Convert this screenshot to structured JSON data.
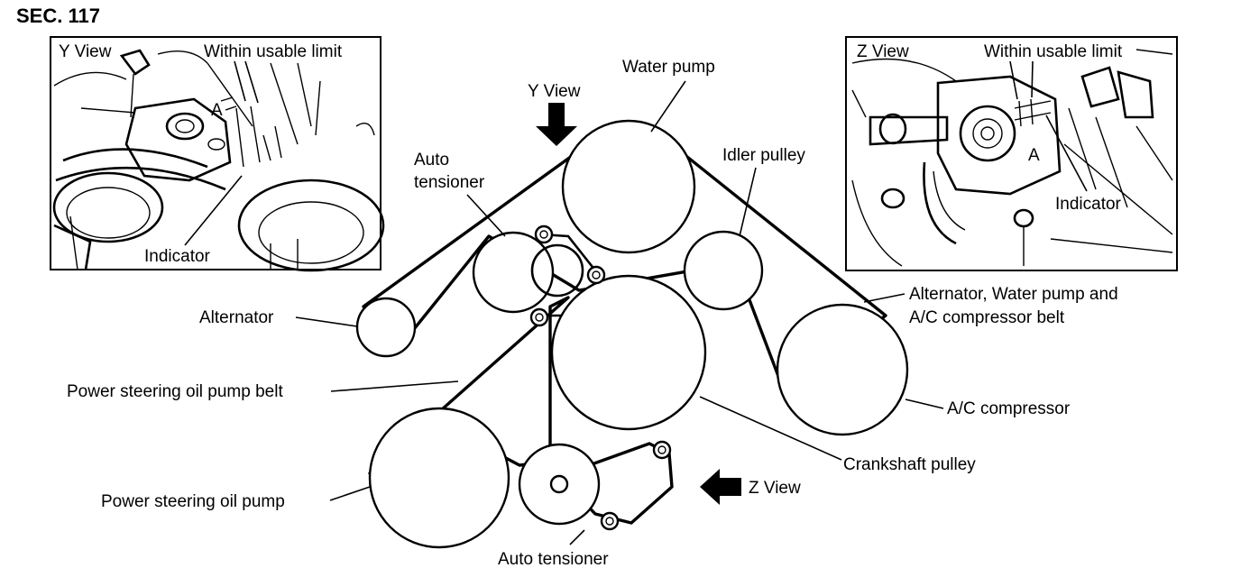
{
  "section": "SEC. 117",
  "y_view_inset": {
    "title": "Y View",
    "limit_label": "Within usable limit",
    "dim_label": "A",
    "indicator_label": "Indicator"
  },
  "z_view_inset": {
    "title": "Z View",
    "limit_label": "Within usable limit",
    "dim_label": "A",
    "indicator_label": "Indicator"
  },
  "arrows": {
    "y_view": "Y View",
    "z_view": "Z View"
  },
  "components": {
    "water_pump": "Water pump",
    "idler_pulley": "Idler pulley",
    "auto_tensioner_upper_line1": "Auto",
    "auto_tensioner_upper_line2": "tensioner",
    "alternator": "Alternator",
    "main_belt_line1": "Alternator, Water pump and",
    "main_belt_line2": "A/C compressor belt",
    "ps_belt": "Power steering oil pump belt",
    "ac_compressor": "A/C compressor",
    "crankshaft_pulley": "Crankshaft pulley",
    "ps_pump": "Power steering oil pump",
    "auto_tensioner_lower": "Auto tensioner"
  }
}
